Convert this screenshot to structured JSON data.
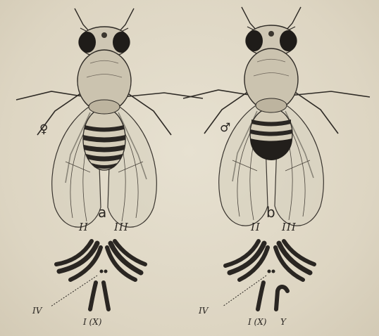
{
  "figure": {
    "panels": [
      {
        "id": "a",
        "panel_label": "a",
        "sex_symbol": "♀",
        "chromosome_labels": {
          "ii": "II",
          "iii": "III",
          "iv": "IV",
          "sex_chromosome": "I (X)"
        }
      },
      {
        "id": "b",
        "panel_label": "b",
        "sex_symbol": "♂",
        "chromosome_labels": {
          "ii": "II",
          "iii": "III",
          "iv": "IV",
          "sex_chromosome": "I (X)",
          "y": "Y"
        }
      }
    ]
  }
}
